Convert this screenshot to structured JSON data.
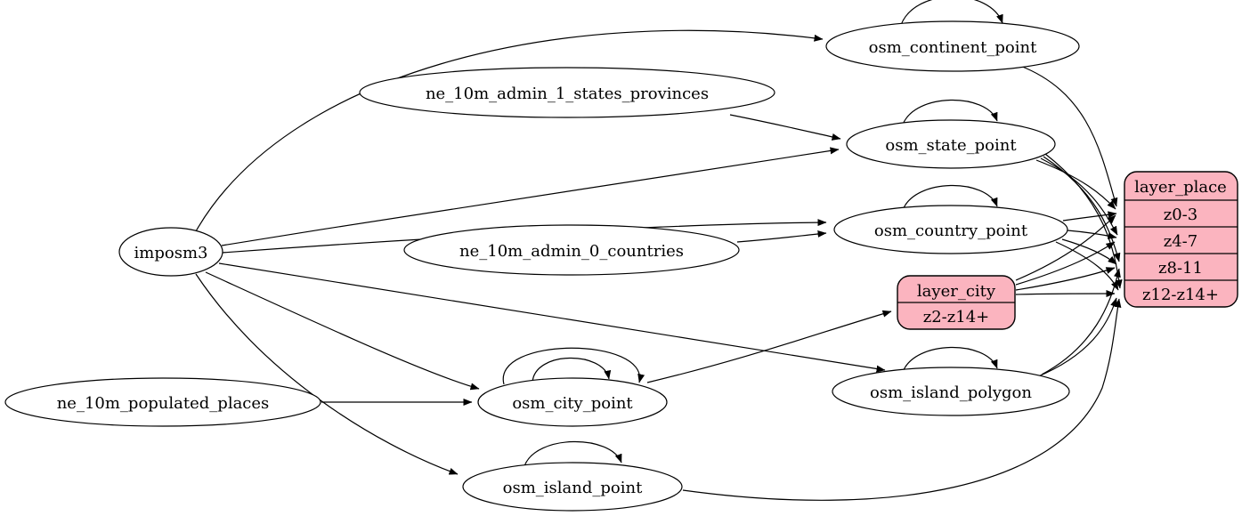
{
  "diagram": {
    "type": "digraph",
    "colors": {
      "background": "#ffffff",
      "edge": "#000000",
      "table_fill": "#ffffff",
      "layer_fill": "#fbb4bf"
    },
    "nodes": {
      "imposm3": {
        "label": "imposm3",
        "shape": "ellipse"
      },
      "ne_10m_admin_1_states_provinces": {
        "label": "ne_10m_admin_1_states_provinces",
        "shape": "ellipse"
      },
      "ne_10m_admin_0_countries": {
        "label": "ne_10m_admin_0_countries",
        "shape": "ellipse"
      },
      "ne_10m_populated_places": {
        "label": "ne_10m_populated_places",
        "shape": "ellipse"
      },
      "osm_continent_point": {
        "label": "osm_continent_point",
        "shape": "ellipse"
      },
      "osm_state_point": {
        "label": "osm_state_point",
        "shape": "ellipse"
      },
      "osm_country_point": {
        "label": "osm_country_point",
        "shape": "ellipse"
      },
      "osm_city_point": {
        "label": "osm_city_point",
        "shape": "ellipse"
      },
      "osm_island_polygon": {
        "label": "osm_island_polygon",
        "shape": "ellipse"
      },
      "osm_island_point": {
        "label": "osm_island_point",
        "shape": "ellipse"
      },
      "layer_city": {
        "label": "layer_city",
        "shape": "record",
        "rows": [
          "z2-z14+"
        ]
      },
      "layer_place": {
        "label": "layer_place",
        "shape": "record",
        "rows": [
          "z0-3",
          "z4-7",
          "z8-11",
          "z12-z14+"
        ]
      }
    },
    "edges": [
      {
        "from": "imposm3",
        "to": "osm_continent_point"
      },
      {
        "from": "imposm3",
        "to": "osm_state_point"
      },
      {
        "from": "imposm3",
        "to": "osm_country_point"
      },
      {
        "from": "imposm3",
        "to": "osm_city_point"
      },
      {
        "from": "imposm3",
        "to": "osm_island_polygon"
      },
      {
        "from": "imposm3",
        "to": "osm_island_point"
      },
      {
        "from": "ne_10m_admin_1_states_provinces",
        "to": "osm_state_point"
      },
      {
        "from": "ne_10m_admin_0_countries",
        "to": "osm_country_point"
      },
      {
        "from": "ne_10m_populated_places",
        "to": "osm_city_point"
      },
      {
        "from": "osm_continent_point",
        "to": "osm_continent_point"
      },
      {
        "from": "osm_state_point",
        "to": "osm_state_point"
      },
      {
        "from": "osm_country_point",
        "to": "osm_country_point"
      },
      {
        "from": "osm_city_point",
        "to": "osm_city_point"
      },
      {
        "from": "osm_city_point",
        "to": "osm_city_point"
      },
      {
        "from": "osm_island_polygon",
        "to": "osm_island_polygon"
      },
      {
        "from": "osm_island_point",
        "to": "osm_island_point"
      },
      {
        "from": "osm_continent_point",
        "to": "layer_place:z0-3"
      },
      {
        "from": "osm_state_point",
        "to": "layer_place:z0-3"
      },
      {
        "from": "osm_state_point",
        "to": "layer_place:z4-7"
      },
      {
        "from": "osm_state_point",
        "to": "layer_place:z8-11"
      },
      {
        "from": "osm_state_point",
        "to": "layer_place:z12-z14+"
      },
      {
        "from": "osm_country_point",
        "to": "layer_place:z0-3"
      },
      {
        "from": "osm_country_point",
        "to": "layer_place:z4-7"
      },
      {
        "from": "osm_country_point",
        "to": "layer_place:z8-11"
      },
      {
        "from": "osm_country_point",
        "to": "layer_place:z12-z14+"
      },
      {
        "from": "osm_city_point",
        "to": "layer_city:z2-z14+"
      },
      {
        "from": "layer_city",
        "to": "layer_place:z0-3"
      },
      {
        "from": "layer_city",
        "to": "layer_place:z4-7"
      },
      {
        "from": "layer_city",
        "to": "layer_place:z8-11"
      },
      {
        "from": "layer_city",
        "to": "layer_place:z12-z14+"
      },
      {
        "from": "osm_island_polygon",
        "to": "layer_place:z8-11"
      },
      {
        "from": "osm_island_polygon",
        "to": "layer_place:z12-z14+"
      },
      {
        "from": "osm_island_point",
        "to": "layer_place:z12-z14+"
      }
    ]
  }
}
